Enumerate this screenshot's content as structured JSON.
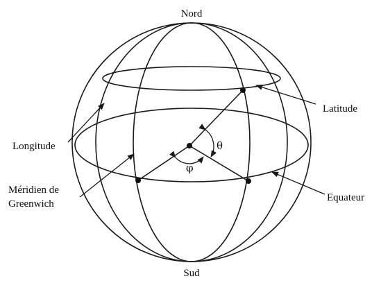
{
  "labels": {
    "north": "Nord",
    "south": "Sud",
    "latitude": "Latitude",
    "longitude": "Longitude",
    "meridian_line1": "Méridien de",
    "meridian_line2": "Greenwich",
    "equator": "Equateur",
    "theta": "θ",
    "phi": "φ"
  }
}
